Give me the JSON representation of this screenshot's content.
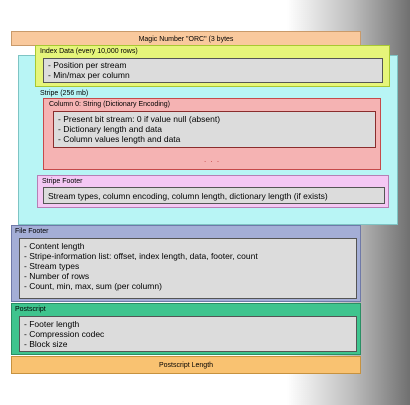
{
  "magic": {
    "title": "Magic Number \"ORC\" (3 bytes"
  },
  "index_data": {
    "title": "Index Data (every 10,000 rows)",
    "lines": [
      "- Position per stream",
      "- Min/max per column"
    ]
  },
  "stripe": {
    "title": "Stripe (256 mb)",
    "column0": {
      "title": "Column 0: String (Dictionary Encoding)",
      "lines": [
        "- Present bit stream: 0 if value null (absent)",
        "- Dictionary length and data",
        "- Column values length and data"
      ],
      "ellipsis": ". . ."
    },
    "footer": {
      "title": "Stripe Footer",
      "text": "Stream types, column encoding, column length, dictionary length (if exists)"
    }
  },
  "file_footer": {
    "title": "File Footer",
    "lines": [
      "- Content length",
      "- Stripe-information list: offset, index length, data, footer, count",
      "- Stream types",
      "- Number of rows",
      "- Count, min, max, sum (per column)"
    ]
  },
  "postscript": {
    "title": "Postscript",
    "lines": [
      "- Footer length",
      "- Compression codec",
      "- Block size"
    ]
  },
  "postscript_length": {
    "title": "Postscript Length"
  },
  "colors": {
    "magic": "#f9c99d",
    "index": "#e6f57a",
    "index_border": "#a8c832",
    "stripe": "#b8f5f5",
    "column": "#f5b3b3",
    "column_border": "#c54a4a",
    "stripe_footer": "#f4c8f4",
    "file_footer": "#a4aed6",
    "postscript": "#3fc48e",
    "postscript_length": "#f9c271"
  }
}
